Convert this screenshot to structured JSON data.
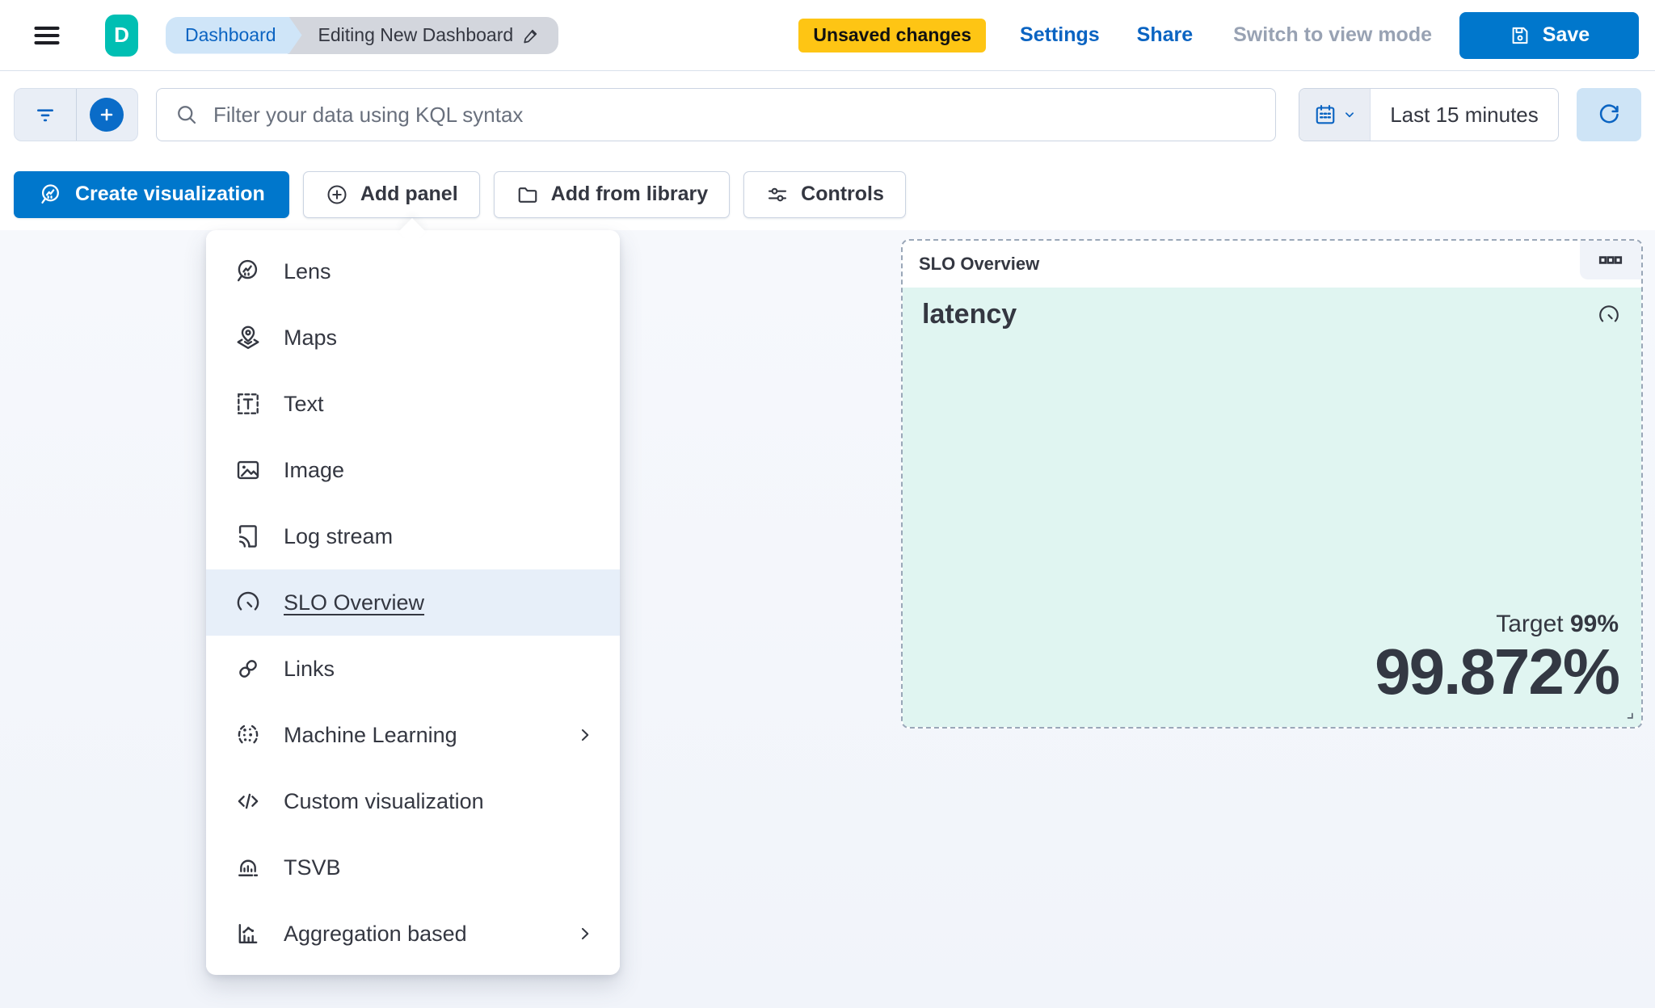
{
  "header": {
    "logo_letter": "D",
    "breadcrumb_root": "Dashboard",
    "breadcrumb_current": "Editing New Dashboard",
    "unsaved_badge": "Unsaved changes",
    "settings_label": "Settings",
    "share_label": "Share",
    "view_mode_label": "Switch to view mode",
    "save_label": "Save"
  },
  "filter_bar": {
    "kql_placeholder": "Filter your data using KQL syntax",
    "time_range": "Last 15 minutes"
  },
  "toolbar": {
    "create_visualization": "Create visualization",
    "add_panel": "Add panel",
    "add_from_library": "Add from library",
    "controls": "Controls"
  },
  "add_panel_menu": {
    "items": [
      {
        "label": "Lens",
        "icon": "lens-icon",
        "selected": false,
        "has_submenu": false
      },
      {
        "label": "Maps",
        "icon": "maps-icon",
        "selected": false,
        "has_submenu": false
      },
      {
        "label": "Text",
        "icon": "text-icon",
        "selected": false,
        "has_submenu": false
      },
      {
        "label": "Image",
        "icon": "image-icon",
        "selected": false,
        "has_submenu": false
      },
      {
        "label": "Log stream",
        "icon": "log-stream-icon",
        "selected": false,
        "has_submenu": false
      },
      {
        "label": "SLO Overview",
        "icon": "gauge-icon",
        "selected": true,
        "has_submenu": false
      },
      {
        "label": "Links",
        "icon": "links-icon",
        "selected": false,
        "has_submenu": false
      },
      {
        "label": "Machine Learning",
        "icon": "machine-learning-icon",
        "selected": false,
        "has_submenu": true
      },
      {
        "label": "Custom visualization",
        "icon": "code-icon",
        "selected": false,
        "has_submenu": false
      },
      {
        "label": "TSVB",
        "icon": "tsvb-icon",
        "selected": false,
        "has_submenu": false
      },
      {
        "label": "Aggregation based",
        "icon": "aggregation-icon",
        "selected": false,
        "has_submenu": true
      }
    ]
  },
  "slo_panel": {
    "header_title": "SLO Overview",
    "slo_name": "latency",
    "target_label": "Target",
    "target_value": "99%",
    "sli_value": "99.872%"
  },
  "colors": {
    "primary_blue": "#0077CC",
    "link_blue": "#0B64C2",
    "warning_yellow": "#FEC514",
    "logo_teal": "#00BFB3",
    "panel_teal_bg": "#E0F5F1",
    "text_dark": "#343741"
  }
}
